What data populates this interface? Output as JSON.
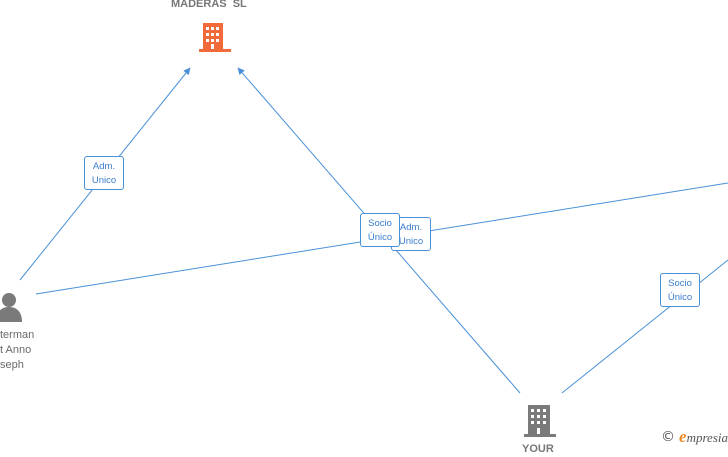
{
  "colors": {
    "edge": "#4a90d9",
    "company_primary": "#f26a3a",
    "company_secondary": "#7a7a7a",
    "person": "#7a7a7a",
    "brand_accent": "#f08a24"
  },
  "nodes": {
    "company_top": {
      "label": "MADERAS  SL",
      "icon": "building-icon"
    },
    "person_left": {
      "label": "terman\nt Anno\nseph",
      "icon": "person-icon"
    },
    "company_bottom": {
      "label": "YOUR",
      "icon": "building-icon"
    }
  },
  "edges": {
    "adm_left": "Adm.\nUnico",
    "socio_center": "Socio\nÚnico",
    "adm_center": "Adm.\nUnico",
    "socio_right": "Socio\nÚnico"
  },
  "watermark": {
    "copyright_symbol": "©",
    "brand_initial": "e",
    "brand_rest": "mpresia"
  }
}
